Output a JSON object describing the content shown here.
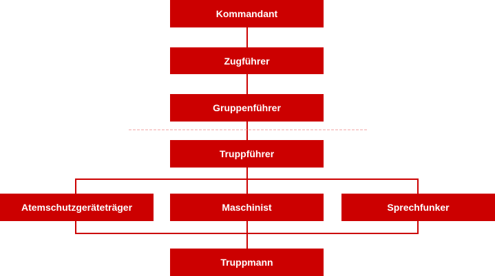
{
  "colors": {
    "box": "#cc0000",
    "line": "#cc0000",
    "separator": "#f0a0a0",
    "text": "#ffffff"
  },
  "nodes": {
    "kommandant": "Kommandant",
    "zugfuehrer": "Zugführer",
    "gruppenfuehrer": "Gruppenführer",
    "truppfuehrer": "Truppführer",
    "atemschutz": "Atemschutzgeräteträger",
    "maschinist": "Maschinist",
    "sprechfunker": "Sprechfunker",
    "truppmann": "Truppmann"
  }
}
